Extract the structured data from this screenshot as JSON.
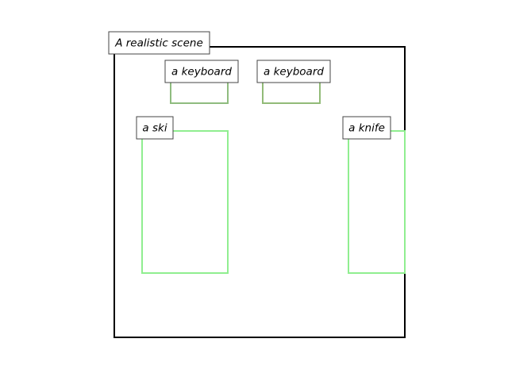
{
  "scene": {
    "caption": "A realistic scene",
    "frame_color": "#000000"
  },
  "objects": [
    {
      "id": "keyboard-1",
      "label": "a keyboard",
      "color": "#8fbc7f"
    },
    {
      "id": "keyboard-2",
      "label": "a keyboard",
      "color": "#92bb78"
    },
    {
      "id": "ski",
      "label": "a ski",
      "color": "#90ee90"
    },
    {
      "id": "knife",
      "label": "a knife",
      "color": "#90ee90"
    }
  ]
}
